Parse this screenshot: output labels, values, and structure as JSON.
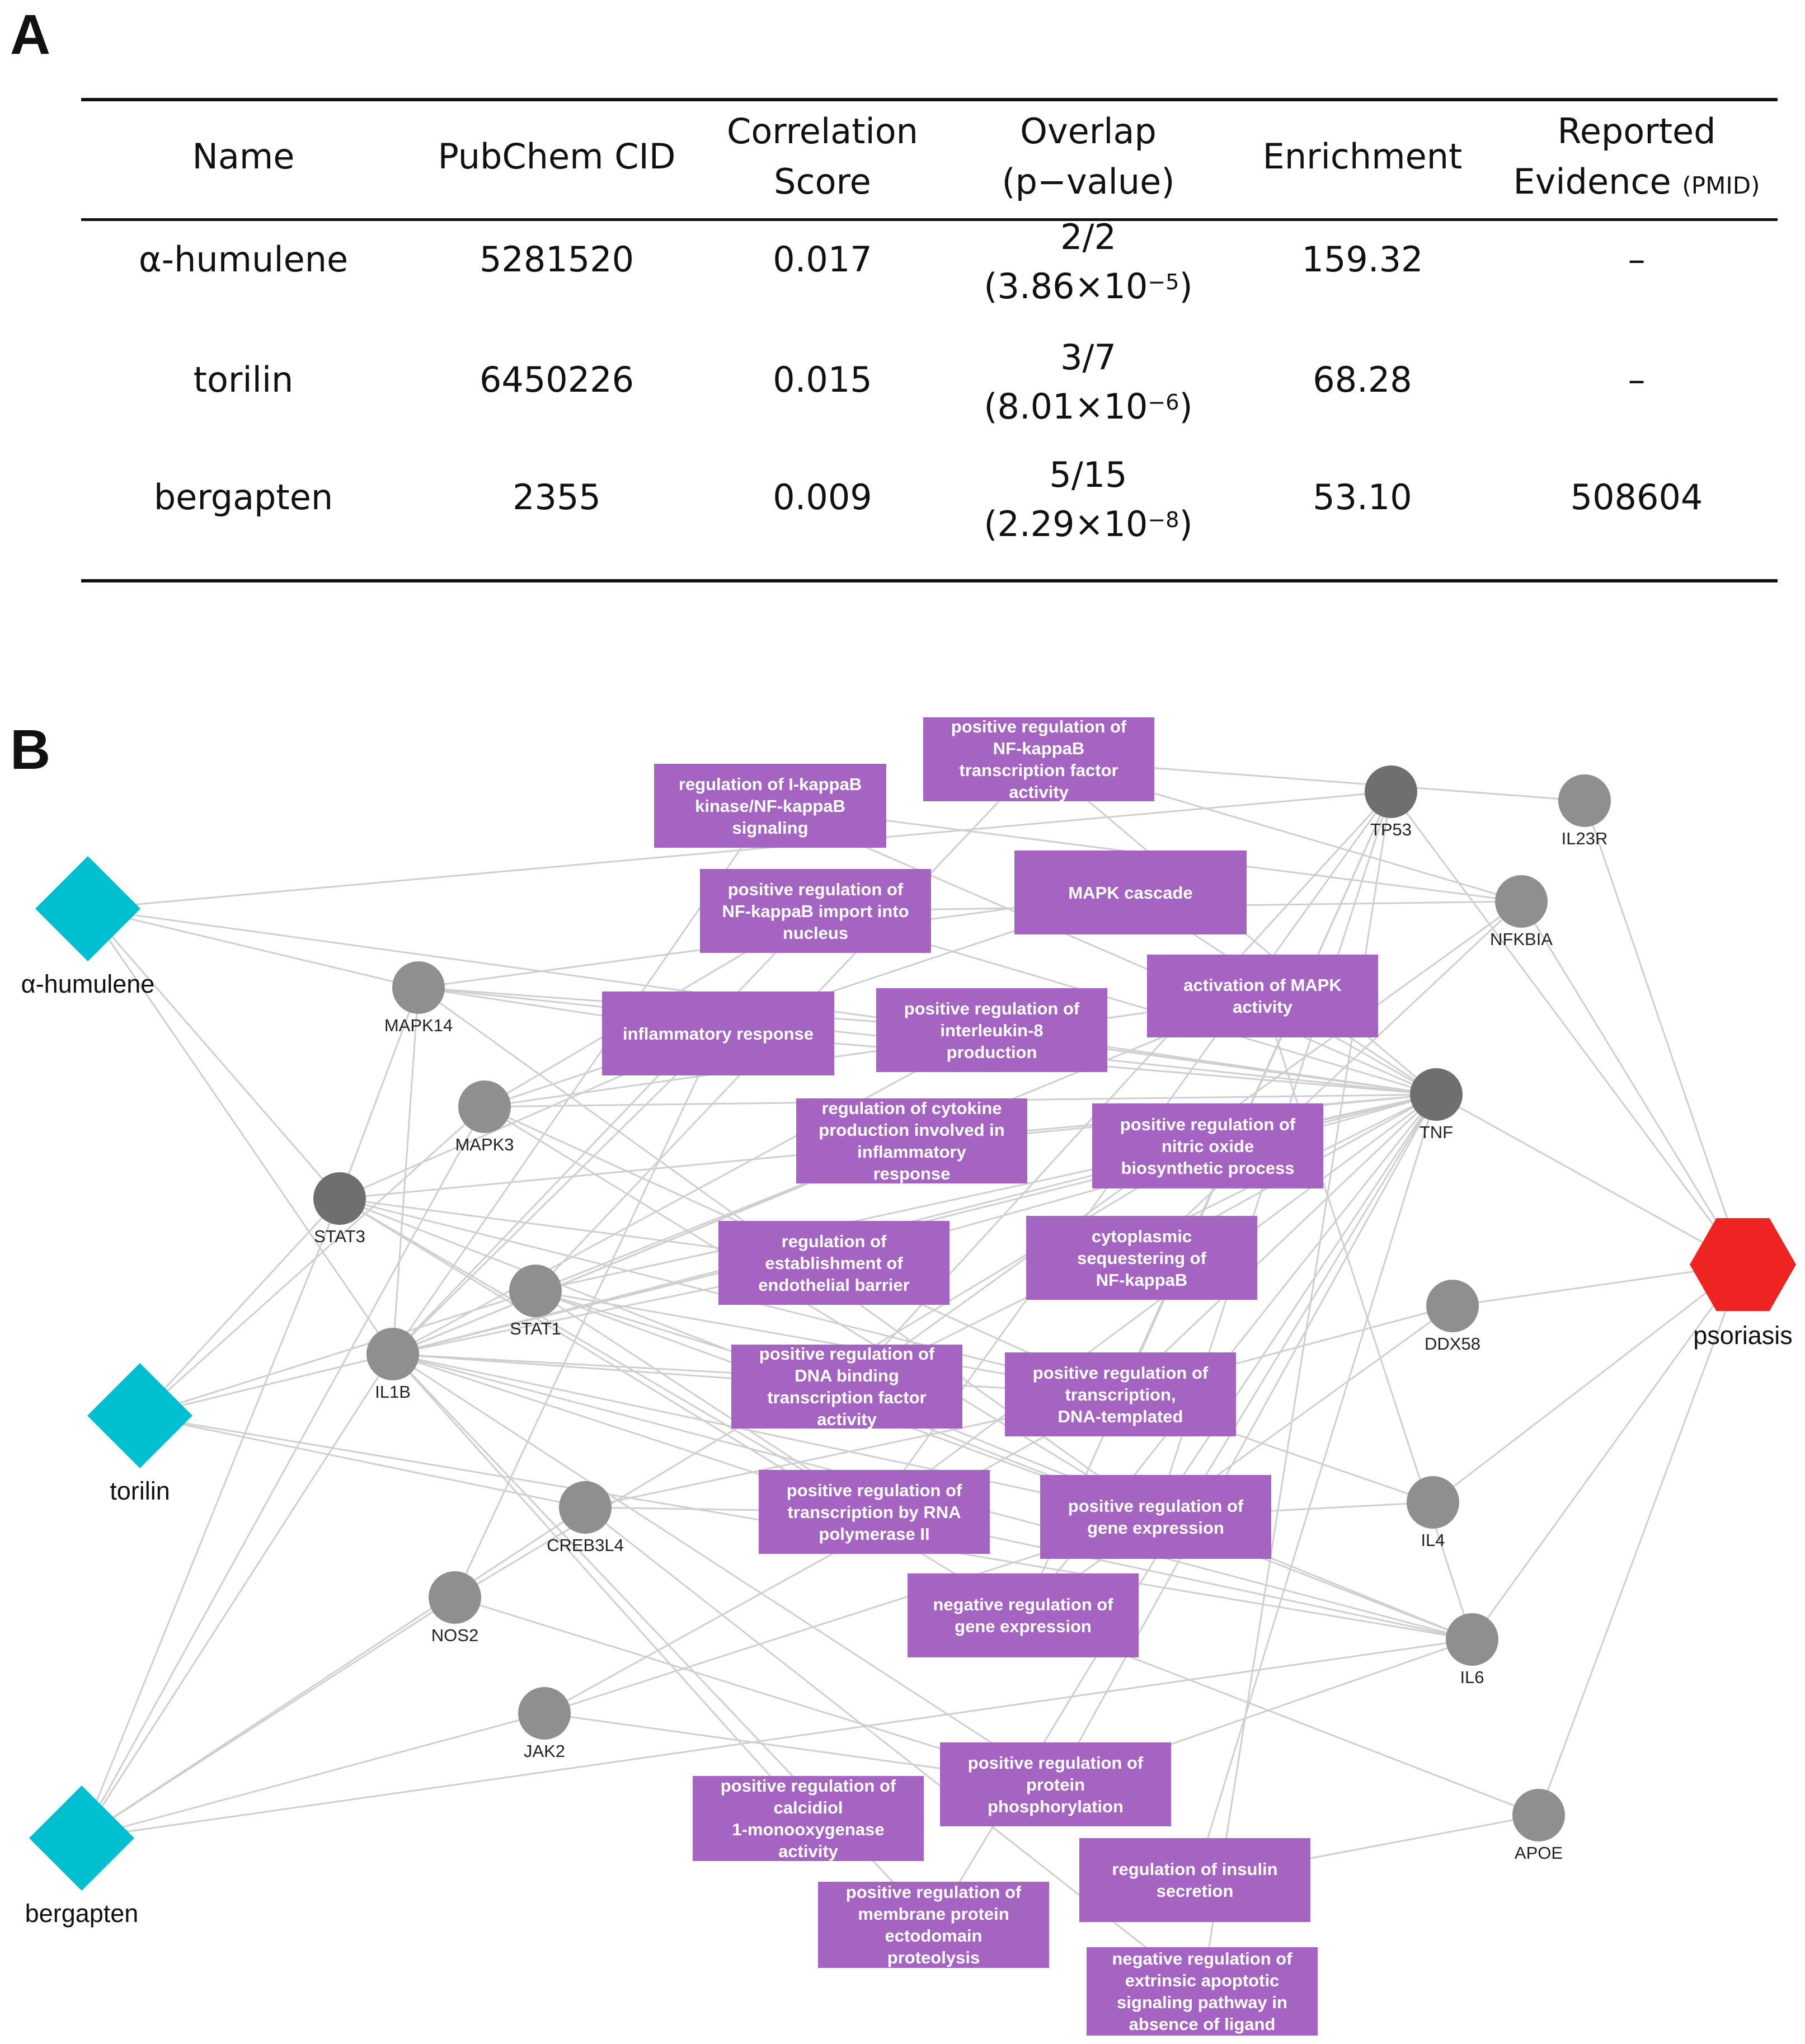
{
  "panel_labels": {
    "a": "A",
    "b": "B"
  },
  "table": {
    "headers": [
      {
        "line1": "Name",
        "line2": ""
      },
      {
        "line1": "PubChem CID",
        "line2": ""
      },
      {
        "line1": "Correlation",
        "line2": "Score"
      },
      {
        "line1": "Overlap",
        "line2": "(p−value)"
      },
      {
        "line1": "Enrichment",
        "line2": ""
      },
      {
        "line1": "Reported",
        "line2": "Evidence",
        "line2_small": "(PMID)"
      }
    ],
    "rows": [
      {
        "name": "α-humulene",
        "cid": "5281520",
        "score": "0.017",
        "overlap": "2/2",
        "pval_mant": "(3.86×10",
        "pval_exp": "−5",
        "pval_close": ")",
        "enrichment": "159.32",
        "evidence": "–"
      },
      {
        "name": "torilin",
        "cid": "6450226",
        "score": "0.015",
        "overlap": "3/7",
        "pval_mant": "(8.01×10",
        "pval_exp": "−6",
        "pval_close": ")",
        "enrichment": "68.28",
        "evidence": "–"
      },
      {
        "name": "bergapten",
        "cid": "2355",
        "score": "0.009",
        "overlap": "5/15",
        "pval_mant": "(2.29×10",
        "pval_exp": "−8",
        "pval_close": ")",
        "enrichment": "53.10",
        "evidence": "508604"
      }
    ]
  },
  "network": {
    "colors": {
      "drug": "#00bfcf",
      "gene": "#8f8f8f",
      "gene_dark": "#6f6f6f",
      "term": "#a564c2",
      "disease": "#f02323",
      "edge": "#cfcfcf"
    },
    "drugs": [
      {
        "id": "d1",
        "label": "α-humulene"
      },
      {
        "id": "d2",
        "label": "torilin"
      },
      {
        "id": "d3",
        "label": "bergapten"
      }
    ],
    "disease": {
      "id": "dz",
      "label": "psoriasis"
    },
    "genes": [
      {
        "id": "MAPK14",
        "label": "MAPK14"
      },
      {
        "id": "MAPK3",
        "label": "MAPK3"
      },
      {
        "id": "STAT3",
        "label": "STAT3"
      },
      {
        "id": "STAT1",
        "label": "STAT1"
      },
      {
        "id": "IL1B",
        "label": "IL1B"
      },
      {
        "id": "CREB3L4",
        "label": "CREB3L4"
      },
      {
        "id": "NOS2",
        "label": "NOS2"
      },
      {
        "id": "JAK2",
        "label": "JAK2"
      },
      {
        "id": "TP53",
        "label": "TP53"
      },
      {
        "id": "IL23R",
        "label": "IL23R"
      },
      {
        "id": "NFKBIA",
        "label": "NFKBIA"
      },
      {
        "id": "TNF",
        "label": "TNF"
      },
      {
        "id": "DDX58",
        "label": "DDX58"
      },
      {
        "id": "IL4",
        "label": "IL4"
      },
      {
        "id": "IL6",
        "label": "IL6"
      },
      {
        "id": "APOE",
        "label": "APOE"
      }
    ],
    "terms": [
      {
        "id": "t1",
        "lines": [
          "positive regulation of",
          "NF-kappaB",
          "transcription factor",
          "activity"
        ]
      },
      {
        "id": "t2",
        "lines": [
          "regulation of I-kappaB",
          "kinase/NF-kappaB",
          "signaling"
        ]
      },
      {
        "id": "t3",
        "lines": [
          "positive regulation of",
          "NF-kappaB import into",
          "nucleus"
        ]
      },
      {
        "id": "t4",
        "lines": [
          "MAPK cascade"
        ]
      },
      {
        "id": "t5",
        "lines": [
          "activation of MAPK",
          "activity"
        ]
      },
      {
        "id": "t6",
        "lines": [
          "inflammatory response"
        ]
      },
      {
        "id": "t7",
        "lines": [
          "positive regulation of",
          "interleukin-8",
          "production"
        ]
      },
      {
        "id": "t8",
        "lines": [
          "regulation of cytokine",
          "production involved in",
          "inflammatory",
          "response"
        ]
      },
      {
        "id": "t9",
        "lines": [
          "positive regulation of",
          "nitric oxide",
          "biosynthetic process"
        ]
      },
      {
        "id": "t10",
        "lines": [
          "regulation of",
          "establishment of",
          "endothelial barrier"
        ]
      },
      {
        "id": "t11",
        "lines": [
          "cytoplasmic",
          "sequestering of",
          "NF-kappaB"
        ]
      },
      {
        "id": "t12",
        "lines": [
          "positive regulation of",
          "DNA binding",
          "transcription factor",
          "activity"
        ]
      },
      {
        "id": "t13",
        "lines": [
          "positive regulation of",
          "transcription,",
          "DNA-templated"
        ]
      },
      {
        "id": "t14",
        "lines": [
          "positive regulation of",
          "transcription by RNA",
          "polymerase II"
        ]
      },
      {
        "id": "t15",
        "lines": [
          "positive regulation of",
          "gene expression"
        ]
      },
      {
        "id": "t16",
        "lines": [
          "negative regulation of",
          "gene expression"
        ]
      },
      {
        "id": "t17",
        "lines": [
          "positive regulation of",
          "protein",
          "phosphorylation"
        ]
      },
      {
        "id": "t18",
        "lines": [
          "positive regulation of",
          "calcidiol",
          "1-monooxygenase",
          "activity"
        ]
      },
      {
        "id": "t19",
        "lines": [
          "regulation of insulin",
          "secretion"
        ]
      },
      {
        "id": "t20",
        "lines": [
          "positive regulation of",
          "membrane protein",
          "ectodomain",
          "proteolysis"
        ]
      },
      {
        "id": "t21",
        "lines": [
          "negative regulation of",
          "extrinsic apoptotic",
          "signaling pathway in",
          "absence of ligand"
        ]
      }
    ],
    "edges": [
      [
        "d1",
        "STAT3"
      ],
      [
        "d1",
        "IL1B"
      ],
      [
        "d1",
        "TNF"
      ],
      [
        "d2",
        "STAT3"
      ],
      [
        "d2",
        "STAT1"
      ],
      [
        "d2",
        "IL1B"
      ],
      [
        "d2",
        "CREB3L4"
      ],
      [
        "d2",
        "IL6"
      ],
      [
        "d3",
        "STAT3"
      ],
      [
        "d3",
        "IL1B"
      ],
      [
        "d3",
        "NOS2"
      ],
      [
        "d3",
        "JAK2"
      ],
      [
        "d3",
        "CREB3L4"
      ],
      [
        "d3",
        "IL6"
      ],
      [
        "d3",
        "MAPK3"
      ],
      [
        "MAPK14",
        "t6"
      ],
      [
        "MAPK14",
        "t4"
      ],
      [
        "MAPK14",
        "t7"
      ],
      [
        "MAPK14",
        "STAT3"
      ],
      [
        "MAPK14",
        "IL1B"
      ],
      [
        "MAPK14",
        "TNF"
      ],
      [
        "MAPK14",
        "t15"
      ],
      [
        "MAPK3",
        "t4"
      ],
      [
        "MAPK3",
        "t5"
      ],
      [
        "MAPK3",
        "t13"
      ],
      [
        "MAPK3",
        "t3"
      ],
      [
        "MAPK3",
        "TNF"
      ],
      [
        "MAPK3",
        "t15"
      ],
      [
        "STAT3",
        "t6"
      ],
      [
        "STAT3",
        "t13"
      ],
      [
        "STAT3",
        "t14"
      ],
      [
        "STAT3",
        "t15"
      ],
      [
        "STAT3",
        "t16"
      ],
      [
        "STAT3",
        "TNF"
      ],
      [
        "STAT3",
        "t10"
      ],
      [
        "STAT1",
        "t13"
      ],
      [
        "STAT1",
        "t14"
      ],
      [
        "STAT1",
        "t15"
      ],
      [
        "STAT1",
        "t12"
      ],
      [
        "STAT1",
        "TNF"
      ],
      [
        "STAT1",
        "t8"
      ],
      [
        "STAT1",
        "t1"
      ],
      [
        "IL1B",
        "t6"
      ],
      [
        "IL1B",
        "t7"
      ],
      [
        "IL1B",
        "t8"
      ],
      [
        "IL1B",
        "t9"
      ],
      [
        "IL1B",
        "t10"
      ],
      [
        "IL1B",
        "t12"
      ],
      [
        "IL1B",
        "t13"
      ],
      [
        "IL1B",
        "t14"
      ],
      [
        "IL1B",
        "t15"
      ],
      [
        "IL1B",
        "t17"
      ],
      [
        "IL1B",
        "t18"
      ],
      [
        "IL1B",
        "t20"
      ],
      [
        "IL1B",
        "t3"
      ],
      [
        "IL1B",
        "t2"
      ],
      [
        "IL1B",
        "t5"
      ],
      [
        "IL1B",
        "TNF"
      ],
      [
        "IL1B",
        "IL6"
      ],
      [
        "CREB3L4",
        "t13"
      ],
      [
        "CREB3L4",
        "t14"
      ],
      [
        "CREB3L4",
        "t21"
      ],
      [
        "NOS2",
        "t9"
      ],
      [
        "NOS2",
        "t6"
      ],
      [
        "NOS2",
        "t17"
      ],
      [
        "JAK2",
        "t15"
      ],
      [
        "JAK2",
        "t17"
      ],
      [
        "JAK2",
        "t13"
      ],
      [
        "TP53",
        "t13"
      ],
      [
        "TP53",
        "t14"
      ],
      [
        "TP53",
        "t16"
      ],
      [
        "TP53",
        "t12"
      ],
      [
        "TP53",
        "t15"
      ],
      [
        "TP53",
        "t21"
      ],
      [
        "TP53",
        "dz"
      ],
      [
        "IL23R",
        "t1"
      ],
      [
        "IL23R",
        "dz"
      ],
      [
        "NFKBIA",
        "t2"
      ],
      [
        "NFKBIA",
        "t11"
      ],
      [
        "NFKBIA",
        "t1"
      ],
      [
        "NFKBIA",
        "t3"
      ],
      [
        "NFKBIA",
        "t12"
      ],
      [
        "NFKBIA",
        "dz"
      ],
      [
        "TNF",
        "t1"
      ],
      [
        "TNF",
        "t2"
      ],
      [
        "TNF",
        "t3"
      ],
      [
        "TNF",
        "t4"
      ],
      [
        "TNF",
        "t5"
      ],
      [
        "TNF",
        "t6"
      ],
      [
        "TNF",
        "t7"
      ],
      [
        "TNF",
        "t8"
      ],
      [
        "TNF",
        "t9"
      ],
      [
        "TNF",
        "t10"
      ],
      [
        "TNF",
        "t11"
      ],
      [
        "TNF",
        "t12"
      ],
      [
        "TNF",
        "t13"
      ],
      [
        "TNF",
        "t14"
      ],
      [
        "TNF",
        "t15"
      ],
      [
        "TNF",
        "t16"
      ],
      [
        "TNF",
        "t17"
      ],
      [
        "TNF",
        "t19"
      ],
      [
        "TNF",
        "t20"
      ],
      [
        "TNF",
        "dz"
      ],
      [
        "DDX58",
        "t13"
      ],
      [
        "DDX58",
        "t16"
      ],
      [
        "DDX58",
        "dz"
      ],
      [
        "IL4",
        "t13"
      ],
      [
        "IL4",
        "t15"
      ],
      [
        "IL4",
        "dz"
      ],
      [
        "IL6",
        "t15"
      ],
      [
        "IL6",
        "t14"
      ],
      [
        "IL6",
        "t17"
      ],
      [
        "IL6",
        "t12"
      ],
      [
        "IL6",
        "dz"
      ],
      [
        "IL6",
        "t5"
      ],
      [
        "APOE",
        "t19"
      ],
      [
        "APOE",
        "dz"
      ],
      [
        "APOE",
        "t16"
      ],
      [
        "d1",
        "MAPK14"
      ],
      [
        "d2",
        "MAPK3"
      ],
      [
        "d1",
        "TP53"
      ]
    ]
  }
}
